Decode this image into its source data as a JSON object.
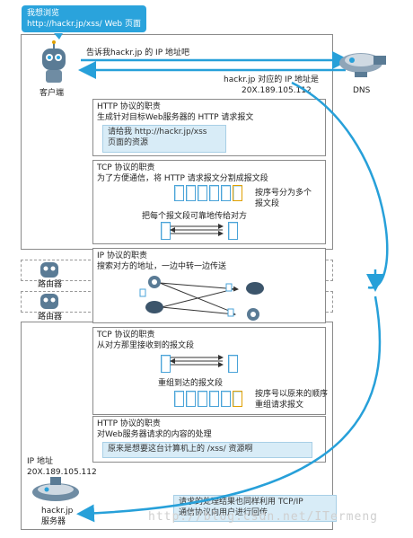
{
  "bubble": {
    "line1": "我想浏览",
    "line2": "http://hackr.jp/xss/ Web 页面"
  },
  "top": {
    "request_dns": "告诉我hackr.jp 的 IP 地址吧",
    "reply_dns_1": "hackr.jp 对应的 IP 地址是",
    "reply_dns_2": "20X.189.105.112",
    "client_label": "客户端",
    "dns_label": "DNS"
  },
  "http_client": {
    "title": "HTTP 协议的职责",
    "desc": "生成针对目标Web服务器的 HTTP 请求报文",
    "callout_1": "请给我 http://hackr.jp/xss",
    "callout_2": "页面的资源"
  },
  "tcp_client": {
    "title": "TCP 协议的职责",
    "desc": "为了方便通信，将 HTTP 请求报文分割成报文段",
    "note_1": "按序号分为多个",
    "note_2": "报文段",
    "note_3": "把每个报文段可靠地传给对方"
  },
  "ip": {
    "title": "IP 协议的职责",
    "desc": "搜索对方的地址，一边中转一边传送",
    "router_1": "路由器",
    "router_2": "路由器"
  },
  "tcp_server": {
    "title": "TCP 协议的职责",
    "desc": "从对方那里接收到的报文段",
    "note_1": "重组到达的报文段",
    "note_2": "按序号以原来的顺序",
    "note_3": "重组请求报文"
  },
  "http_server": {
    "title": "HTTP 协议的职责",
    "desc": "对Web服务器请求的内容的处理",
    "callout": "原来是想要这台计算机上的 /xss/ 资源啊"
  },
  "server": {
    "ip_label": "IP 地址",
    "ip_value": "20X.189.105.112",
    "name_1": "hackr.jp",
    "name_2": "服务器",
    "response_1": "请求的处理结果也同样利用 TCP/IP",
    "response_2": "通信协议向用户进行回传"
  },
  "watermark": "http://blog.csdn.net/ITermeng",
  "colors": {
    "arrow": "#27a0d9",
    "bubble": "#2aa3dc",
    "callout": "#d8ecf7",
    "segment_border": "#4aa3d8",
    "highlight": "#e0a000"
  }
}
